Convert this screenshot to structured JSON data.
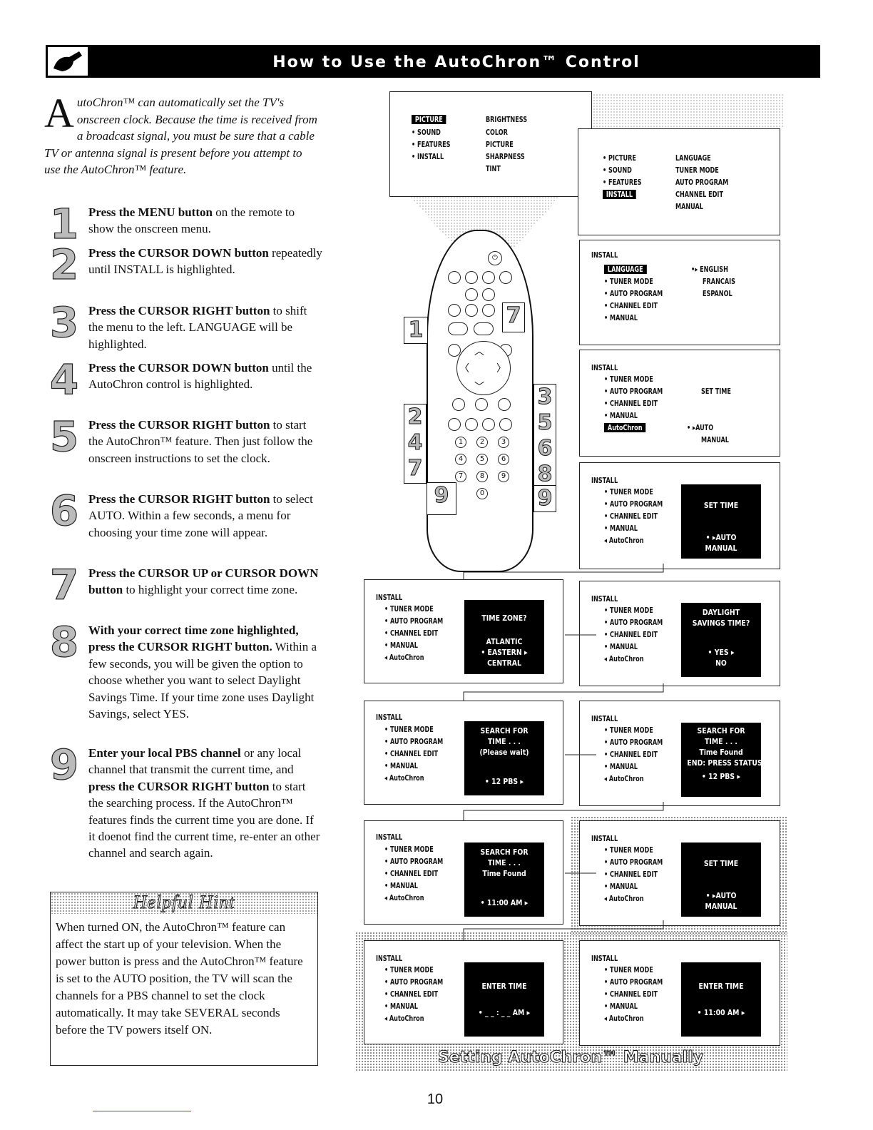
{
  "header": {
    "title": "How to Use the AutoChron™ Control"
  },
  "intro": {
    "drop_cap": "A",
    "text": "utoChron™ can automatically set the TV's onscreen clock. Because the time is received from a broadcast signal, you must be sure that a cable TV or antenna signal is present before you attempt to use the AutoChron™ feature."
  },
  "steps": [
    {
      "num": "1",
      "bold": "Press the MENU button",
      "rest": " on the remote to show the onscreen menu."
    },
    {
      "num": "2",
      "bold": "Press the CURSOR DOWN button",
      "rest": " repeatedly until INSTALL is highlighted."
    },
    {
      "num": "3",
      "bold": "Press the CURSOR RIGHT button",
      "rest": " to shift the menu to the left. LANGUAGE will be highlighted."
    },
    {
      "num": "4",
      "bold": "Press the CURSOR DOWN button",
      "rest": " until the AutoChron control is highlighted."
    },
    {
      "num": "5",
      "bold": "Press the CURSOR RIGHT button",
      "rest": " to start the AutoChron™ feature. Then just follow the onscreen instructions to set the clock."
    },
    {
      "num": "6",
      "bold": "Press the CURSOR RIGHT button",
      "rest": " to select AUTO. Within a few seconds, a menu for choosing your time zone will appear."
    },
    {
      "num": "7",
      "bold": "Press the CURSOR UP or CURSOR DOWN button",
      "rest": " to highlight your correct time zone."
    },
    {
      "num": "8",
      "bold": "With your correct time zone highlighted, press the CURSOR RIGHT button.",
      "rest": " Within a few seconds, you will be given the option to choose whether you want to select Daylight Savings Time. If your time zone uses Daylight Savings, select YES."
    },
    {
      "num": "9",
      "bold": "Enter your local PBS channel",
      "rest": " or any local channel that transmit the current time, and ",
      "bold2": "press the CURSOR RIGHT button",
      "rest2": " to start the searching process. If the AutoChron™ features finds the current time you are done. If it doenot find the current time, re-enter an other channel and search again."
    }
  ],
  "hint": {
    "title": "Helpful Hint",
    "text": "When turned ON, the AutoChron™ feature can affect the start up of your television. When the power button is press and the AutoChron™ feature is set to the AUTO position, the TV will scan the channels for a PBS channel to set the clock automatically. It may take SEVERAL seconds before the TV powers itself ON."
  },
  "screens": {
    "main_menu": {
      "items": [
        "PICTURE",
        "SOUND",
        "FEATURES",
        "INSTALL"
      ],
      "sub": [
        "BRIGHTNESS",
        "COLOR",
        "PICTURE",
        "SHARPNESS",
        "TINT"
      ]
    },
    "install_menu": {
      "items": [
        "PICTURE",
        "SOUND",
        "FEATURES",
        "INSTALL"
      ],
      "sub": [
        "LANGUAGE",
        "TUNER MODE",
        "AUTO PROGRAM",
        "CHANNEL EDIT",
        "MANUAL"
      ]
    },
    "install_title": "INSTALL",
    "install_items_lang": [
      "LANGUAGE",
      "TUNER MODE",
      "AUTO PROGRAM",
      "CHANNEL EDIT",
      "MANUAL"
    ],
    "languages": [
      "ENGLISH",
      "FRANCAIS",
      "ESPANOL"
    ],
    "install_items": [
      "TUNER MODE",
      "AUTO PROGRAM",
      "CHANNEL EDIT",
      "MANUAL",
      "AutoChron"
    ],
    "set_time": "SET TIME",
    "auto": "AUTO",
    "manual": "MANUAL",
    "time_zone": {
      "title": "TIME ZONE?",
      "options": [
        "ATLANTIC",
        "EASTERN",
        "CENTRAL"
      ]
    },
    "daylight": {
      "title1": "DAYLIGHT",
      "title2": "SAVINGS TIME?",
      "yes": "YES",
      "no": "NO"
    },
    "search1": {
      "l1": "SEARCH FOR",
      "l2": "TIME . . .",
      "l3": "(Please wait)",
      "ch": "12 PBS"
    },
    "search2": {
      "l1": "SEARCH FOR",
      "l2": "TIME . . .",
      "l3": "Time Found",
      "l4": "END: PRESS STATUS",
      "ch": "12 PBS"
    },
    "search3": {
      "l1": "SEARCH FOR",
      "l2": "TIME . . .",
      "l3": "Time Found",
      "ch": "11:00 AM"
    },
    "enter_time": {
      "title": "ENTER TIME",
      "blank": "_ _ : _ _ AM",
      "value": "11:00 AM"
    }
  },
  "remote_callouts": [
    "1",
    "7",
    "2",
    "4",
    "7",
    "3",
    "5",
    "6",
    "8",
    "9",
    "9"
  ],
  "footer": {
    "label": "Setting AutoChron™ Manually",
    "page": "10"
  }
}
